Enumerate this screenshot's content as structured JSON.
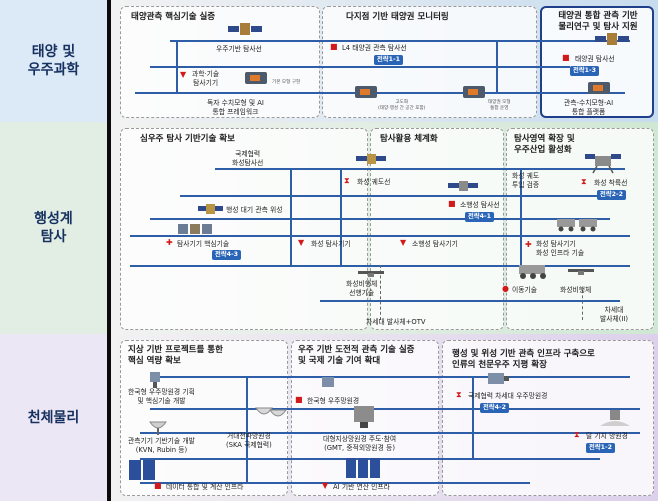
{
  "rows": [
    {
      "id": "solar",
      "label": "태양 및\n우주과학"
    },
    {
      "id": "planet",
      "label": "행성계\n탐사"
    },
    {
      "id": "astro",
      "label": "천체물리"
    }
  ],
  "solar": {
    "box1_title": "태양관측 핵심기술 실증",
    "box2_title": "다지점 기반 태양권 모니터링",
    "box3_title": "태양권 통합 관측 기반\n물리연구 및 탐사 지원",
    "n_space_env": "우주기반 탐사선",
    "n_instrument": "과학·기술\n탐사기기",
    "n_ref_model": "기본 모형 구현",
    "n_framework": "독자 수치모형 및 AI\n통합 프레임워크",
    "n_l4": "L4 태양권 관측 탐사선",
    "badge_1_1": "전략1-1",
    "n_upgrade": "고도화\n(태양·행성 간 공간 포함)",
    "n_integrate": "태양권 모형\n통합 운영",
    "n_solar_probe": "태양권 탐사선",
    "badge_1_3": "전략1-3",
    "n_ai_platform": "관측-수치모형-AI\n통합 플랫폼"
  },
  "planet": {
    "box1_title": "심우주 탐사 기반기술 확보",
    "box2_title": "탐사활용 체계화",
    "box3_title": "탐사영역 확장 및\n우주산업 활성화",
    "n_intl_probe": "국제협력\n화성탐사선",
    "n_atmo_sat": "행성 대기 관측 위성",
    "n_core_tech": "탐사기기 핵심기술",
    "badge_4_3": "전략4-3",
    "n_mars_instr": "화성 탐사기기",
    "n_mars_relay": "화성 궤도선",
    "n_small_probe": "소행성 탐사선",
    "badge_4_1": "전략4-1",
    "n_asteroid_instr": "소행성 탐사기기",
    "n_mars_orbit": "화성 궤도\n투입 검증",
    "n_mars_lander": "화성 착륙선",
    "badge_2_2": "전략2-2",
    "n_mars_infra": "화성 탐사기기\n화성 인프라 기술",
    "n_mars_aircraft": "화성비행체\n선행기술",
    "n_mobility": "이동기술",
    "n_mars_aircraft2": "화성비행체",
    "n_launcher": "차세대 발사체+OTV",
    "n_launcher2": "차세대\n발사체(II)"
  },
  "astro": {
    "box1_title": "지상 기반 프로젝트를 통한\n핵심 역량 확보",
    "box2_title": "우주 기반 도전적 관측 기술 실증\n및 국제 기술 기여 확대",
    "box3_title": "행성 및 위성 기반 관측 인프라 구축으로\n인류의 천문우주 지평 확장",
    "n_kstt": "한국형 우주망원경 기획\n및 핵심기술 개발",
    "n_instr": "관측기기 기반기술 개발\n(KVN, Rubin 등)",
    "n_ska": "거대전파망원경\n(SKA 국제협력)",
    "n_data": "데이터 통합 및 계산 인프라",
    "n_kst": "한국형 우주망원경",
    "n_gmt": "대형지상망원경 주도·참여\n(GMT, 중적외망원경 등)",
    "n_ai_infra": "AI 기반 연산 인프라",
    "n_intl_kst": "국제협력 차세대 우주망원경",
    "badge_4_2": "전략4-2",
    "n_lunar": "달 기지 망원경",
    "badge_1_2": "전략1-2"
  }
}
